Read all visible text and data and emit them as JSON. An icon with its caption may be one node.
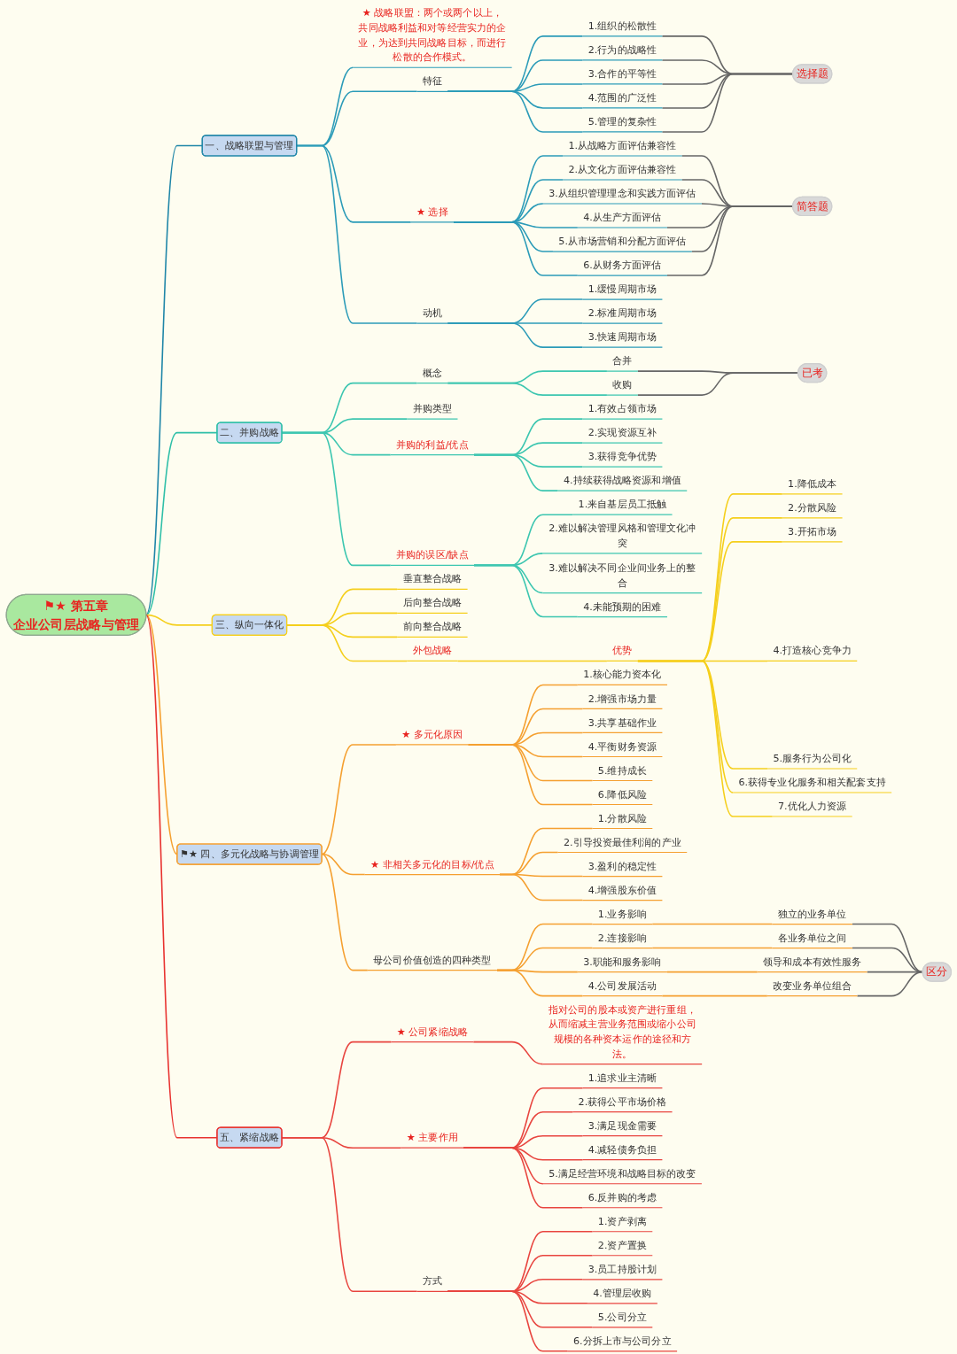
{
  "diagram": {
    "nodes": [
      {
        "text": [
          "⚑★ 第五章",
          "企业公司层战略与管理"
        ]
      },
      {
        "text": [
          "一、战略联盟与管理"
        ]
      },
      {
        "text": [
          "★ 战略联盟：两个或两个以上，共同战略利益和对等经营实力的企业，为达到共同战略目标，而进行松散的合作模式。"
        ]
      },
      {
        "text": [
          "特征"
        ]
      },
      {
        "text": [
          "1.组织的松散性"
        ]
      },
      {
        "text": [
          "2.行为的战略性"
        ]
      },
      {
        "text": [
          "3.合作的平等性"
        ]
      },
      {
        "text": [
          "4.范围的广泛性"
        ]
      },
      {
        "text": [
          "5.管理的复杂性"
        ]
      },
      {
        "text": [
          "选择题"
        ]
      },
      {
        "text": [
          "★ 选择"
        ]
      },
      {
        "text": [
          "1.从战略方面评估兼容性"
        ]
      },
      {
        "text": [
          "2.从文化方面评估兼容性"
        ]
      },
      {
        "text": [
          "3.从组织管理理念和实践方面评估"
        ]
      },
      {
        "text": [
          "4.从生产方面评估"
        ]
      },
      {
        "text": [
          "5.从市场营销和分配方面评估"
        ]
      },
      {
        "text": [
          "6.从财务方面评估"
        ]
      },
      {
        "text": [
          "简答题"
        ]
      },
      {
        "text": [
          "动机"
        ]
      },
      {
        "text": [
          "1.缓慢周期市场"
        ]
      },
      {
        "text": [
          "2.标准周期市场"
        ]
      },
      {
        "text": [
          "3.快速周期市场"
        ]
      },
      {
        "text": [
          "二、并购战略"
        ]
      },
      {
        "text": [
          "概念"
        ]
      },
      {
        "text": [
          "合并"
        ]
      },
      {
        "text": [
          "收购"
        ]
      },
      {
        "text": [
          "已考"
        ]
      },
      {
        "text": [
          "并购类型"
        ]
      },
      {
        "text": [
          "并购的利益/优点"
        ]
      },
      {
        "text": [
          "1.有效占领市场"
        ]
      },
      {
        "text": [
          "2.实现资源互补"
        ]
      },
      {
        "text": [
          "3.获得竞争优势"
        ]
      },
      {
        "text": [
          "4.持续获得战略资源和增值"
        ]
      },
      {
        "text": [
          "并购的误区/缺点"
        ]
      },
      {
        "text": [
          "1.来自基层员工抵触"
        ]
      },
      {
        "text": [
          "2.难以解决管理风格和管理文化冲突"
        ]
      },
      {
        "text": [
          "3.难以解决不同企业间业务上的整合"
        ]
      },
      {
        "text": [
          "4.未能预期的困难"
        ]
      },
      {
        "text": [
          "三、纵向一体化"
        ]
      },
      {
        "text": [
          "垂直整合战略"
        ]
      },
      {
        "text": [
          "后向整合战略"
        ]
      },
      {
        "text": [
          "前向整合战略"
        ]
      },
      {
        "text": [
          "外包战略"
        ]
      },
      {
        "text": [
          "优势"
        ]
      },
      {
        "text": [
          "1.降低成本"
        ]
      },
      {
        "text": [
          "2.分散风险"
        ]
      },
      {
        "text": [
          "3.开拓市场"
        ]
      },
      {
        "text": [
          "4.打造核心竞争力"
        ]
      },
      {
        "text": [
          "5.服务行为公司化"
        ]
      },
      {
        "text": [
          "6.获得专业化服务和相关配套支持"
        ]
      },
      {
        "text": [
          "7.优化人力资源"
        ]
      },
      {
        "text": [
          "⚑★ 四、多元化战略与协调管理"
        ]
      },
      {
        "text": [
          "★ 多元化原因"
        ]
      },
      {
        "text": [
          "1.核心能力资本化"
        ]
      },
      {
        "text": [
          "2.增强市场力量"
        ]
      },
      {
        "text": [
          "3.共享基础作业"
        ]
      },
      {
        "text": [
          "4.平衡财务资源"
        ]
      },
      {
        "text": [
          "5.维持成长"
        ]
      },
      {
        "text": [
          "6.降低风险"
        ]
      },
      {
        "text": [
          "★ 非相关多元化的目标/优点"
        ]
      },
      {
        "text": [
          "1.分散风险"
        ]
      },
      {
        "text": [
          "2.引导投资最佳利润的产业"
        ]
      },
      {
        "text": [
          "3.盈利的稳定性"
        ]
      },
      {
        "text": [
          "4.增强股东价值"
        ]
      },
      {
        "text": [
          "母公司价值创造的四种类型"
        ]
      },
      {
        "text": [
          "1.业务影响"
        ]
      },
      {
        "text": [
          "独立的业务单位"
        ]
      },
      {
        "text": [
          "2.连接影响"
        ]
      },
      {
        "text": [
          "各业务单位之间"
        ]
      },
      {
        "text": [
          "3.职能和服务影响"
        ]
      },
      {
        "text": [
          "领导和成本有效性服务"
        ]
      },
      {
        "text": [
          "4.公司发展活动"
        ]
      },
      {
        "text": [
          "改变业务单位组合"
        ]
      },
      {
        "text": [
          "区分"
        ]
      },
      {
        "text": [
          "五、紧缩战略"
        ]
      },
      {
        "text": [
          "★ 公司紧缩战略"
        ]
      },
      {
        "text": [
          "指对公司的股本或资产进行重组，从而缩减主营业务范围或缩小公司规模的各种资本运作的途径和方法。"
        ]
      },
      {
        "text": [
          "★ 主要作用"
        ]
      },
      {
        "text": [
          "1.追求业主清晰"
        ]
      },
      {
        "text": [
          "2.获得公平市场价格"
        ]
      },
      {
        "text": [
          "3.满足现金需要"
        ]
      },
      {
        "text": [
          "4.减轻债务负担"
        ]
      },
      {
        "text": [
          "5.满足经营环境和战略目标的改变"
        ]
      },
      {
        "text": [
          "6.反并购的考虑"
        ]
      },
      {
        "text": [
          "方式"
        ]
      },
      {
        "text": [
          "1.资产剥离"
        ]
      },
      {
        "text": [
          "2.资产置换"
        ]
      },
      {
        "text": [
          "3.员工持股计划"
        ]
      },
      {
        "text": [
          "4.管理层收购"
        ]
      },
      {
        "text": [
          "5.公司分立"
        ]
      },
      {
        "text": [
          "6.分拆上市与公司分立"
        ]
      }
    ],
    "edges": [
      {
        "from": 0,
        "to": 1,
        "arrow": "none",
        "color": "#1f86a8"
      },
      {
        "from": 1,
        "to": 2,
        "arrow": "none",
        "color": "#2b9bb8"
      },
      {
        "from": 1,
        "to": 3,
        "arrow": "none",
        "color": "#2b9bb8"
      },
      {
        "from": 3,
        "to": 4,
        "arrow": "none",
        "color": "#2b9bb8"
      },
      {
        "from": 3,
        "to": 5,
        "arrow": "none",
        "color": "#2b9bb8"
      },
      {
        "from": 3,
        "to": 6,
        "arrow": "none",
        "color": "#2b9bb8"
      },
      {
        "from": 3,
        "to": 7,
        "arrow": "none",
        "color": "#2b9bb8"
      },
      {
        "from": 3,
        "to": 8,
        "arrow": "none",
        "color": "#2b9bb8"
      },
      {
        "from": 4,
        "to": 9,
        "arrow": "none",
        "color": "#666666"
      },
      {
        "from": 5,
        "to": 9,
        "arrow": "none",
        "color": "#666666"
      },
      {
        "from": 6,
        "to": 9,
        "arrow": "none",
        "color": "#666666"
      },
      {
        "from": 7,
        "to": 9,
        "arrow": "none",
        "color": "#666666"
      },
      {
        "from": 8,
        "to": 9,
        "arrow": "none",
        "color": "#666666"
      },
      {
        "from": 1,
        "to": 10,
        "arrow": "none",
        "color": "#2b9bb8"
      },
      {
        "from": 10,
        "to": 11,
        "arrow": "none",
        "color": "#2b9bb8"
      },
      {
        "from": 10,
        "to": 12,
        "arrow": "none",
        "color": "#2b9bb8"
      },
      {
        "from": 10,
        "to": 13,
        "arrow": "none",
        "color": "#2b9bb8"
      },
      {
        "from": 10,
        "to": 14,
        "arrow": "none",
        "color": "#2b9bb8"
      },
      {
        "from": 10,
        "to": 15,
        "arrow": "none",
        "color": "#2b9bb8"
      },
      {
        "from": 10,
        "to": 16,
        "arrow": "none",
        "color": "#2b9bb8"
      },
      {
        "from": 11,
        "to": 17,
        "arrow": "none",
        "color": "#666666"
      },
      {
        "from": 12,
        "to": 17,
        "arrow": "none",
        "color": "#666666"
      },
      {
        "from": 13,
        "to": 17,
        "arrow": "none",
        "color": "#666666"
      },
      {
        "from": 14,
        "to": 17,
        "arrow": "none",
        "color": "#666666"
      },
      {
        "from": 15,
        "to": 17,
        "arrow": "none",
        "color": "#666666"
      },
      {
        "from": 16,
        "to": 17,
        "arrow": "none",
        "color": "#666666"
      },
      {
        "from": 1,
        "to": 18,
        "arrow": "none",
        "color": "#2b9bb8"
      },
      {
        "from": 18,
        "to": 19,
        "arrow": "none",
        "color": "#2b9bb8"
      },
      {
        "from": 18,
        "to": 20,
        "arrow": "none",
        "color": "#2b9bb8"
      },
      {
        "from": 18,
        "to": 21,
        "arrow": "none",
        "color": "#2b9bb8"
      },
      {
        "from": 0,
        "to": 22,
        "arrow": "none",
        "color": "#2fbfa8"
      },
      {
        "from": 22,
        "to": 23,
        "arrow": "none",
        "color": "#3cc6b0"
      },
      {
        "from": 23,
        "to": 24,
        "arrow": "none",
        "color": "#3cc6b0"
      },
      {
        "from": 23,
        "to": 25,
        "arrow": "none",
        "color": "#3cc6b0"
      },
      {
        "from": 24,
        "to": 26,
        "arrow": "none",
        "color": "#666666"
      },
      {
        "from": 25,
        "to": 26,
        "arrow": "none",
        "color": "#666666"
      },
      {
        "from": 22,
        "to": 27,
        "arrow": "none",
        "color": "#3cc6b0"
      },
      {
        "from": 22,
        "to": 28,
        "arrow": "none",
        "color": "#3cc6b0"
      },
      {
        "from": 28,
        "to": 29,
        "arrow": "none",
        "color": "#3cc6b0"
      },
      {
        "from": 28,
        "to": 30,
        "arrow": "none",
        "color": "#3cc6b0"
      },
      {
        "from": 28,
        "to": 31,
        "arrow": "none",
        "color": "#3cc6b0"
      },
      {
        "from": 28,
        "to": 32,
        "arrow": "none",
        "color": "#3cc6b0"
      },
      {
        "from": 22,
        "to": 33,
        "arrow": "none",
        "color": "#3cc6b0"
      },
      {
        "from": 33,
        "to": 34,
        "arrow": "none",
        "color": "#3cc6b0"
      },
      {
        "from": 33,
        "to": 35,
        "arrow": "none",
        "color": "#3cc6b0"
      },
      {
        "from": 33,
        "to": 36,
        "arrow": "none",
        "color": "#3cc6b0"
      },
      {
        "from": 33,
        "to": 37,
        "arrow": "none",
        "color": "#3cc6b0"
      },
      {
        "from": 0,
        "to": 38,
        "arrow": "none",
        "color": "#f5cf1c"
      },
      {
        "from": 38,
        "to": 39,
        "arrow": "none",
        "color": "#f5cf1c"
      },
      {
        "from": 38,
        "to": 40,
        "arrow": "none",
        "color": "#f5cf1c"
      },
      {
        "from": 38,
        "to": 41,
        "arrow": "none",
        "color": "#f5cf1c"
      },
      {
        "from": 38,
        "to": 42,
        "arrow": "none",
        "color": "#f5cf1c"
      },
      {
        "from": 42,
        "to": 43,
        "arrow": "none",
        "color": "#f5cf1c"
      },
      {
        "from": 43,
        "to": 44,
        "arrow": "none",
        "color": "#f5cf1c"
      },
      {
        "from": 43,
        "to": 45,
        "arrow": "none",
        "color": "#f5cf1c"
      },
      {
        "from": 43,
        "to": 46,
        "arrow": "none",
        "color": "#f5cf1c"
      },
      {
        "from": 43,
        "to": 47,
        "arrow": "none",
        "color": "#f5cf1c"
      },
      {
        "from": 43,
        "to": 48,
        "arrow": "none",
        "color": "#f5cf1c"
      },
      {
        "from": 43,
        "to": 49,
        "arrow": "none",
        "color": "#f5cf1c"
      },
      {
        "from": 43,
        "to": 50,
        "arrow": "none",
        "color": "#f5cf1c"
      },
      {
        "from": 0,
        "to": 51,
        "arrow": "none",
        "color": "#f5a030"
      },
      {
        "from": 51,
        "to": 52,
        "arrow": "none",
        "color": "#f5a030"
      },
      {
        "from": 52,
        "to": 53,
        "arrow": "none",
        "color": "#f5a030"
      },
      {
        "from": 52,
        "to": 54,
        "arrow": "none",
        "color": "#f5a030"
      },
      {
        "from": 52,
        "to": 55,
        "arrow": "none",
        "color": "#f5a030"
      },
      {
        "from": 52,
        "to": 56,
        "arrow": "none",
        "color": "#f5a030"
      },
      {
        "from": 52,
        "to": 57,
        "arrow": "none",
        "color": "#f5a030"
      },
      {
        "from": 52,
        "to": 58,
        "arrow": "none",
        "color": "#f5a030"
      },
      {
        "from": 51,
        "to": 59,
        "arrow": "none",
        "color": "#f5a030"
      },
      {
        "from": 59,
        "to": 60,
        "arrow": "none",
        "color": "#f5a030"
      },
      {
        "from": 59,
        "to": 61,
        "arrow": "none",
        "color": "#f5a030"
      },
      {
        "from": 59,
        "to": 62,
        "arrow": "none",
        "color": "#f5a030"
      },
      {
        "from": 59,
        "to": 63,
        "arrow": "none",
        "color": "#f5a030"
      },
      {
        "from": 51,
        "to": 64,
        "arrow": "none",
        "color": "#f5a030"
      },
      {
        "from": 64,
        "to": 65,
        "arrow": "none",
        "color": "#f5a030"
      },
      {
        "from": 65,
        "to": 66,
        "arrow": "none",
        "color": "#f5a030"
      },
      {
        "from": 64,
        "to": 67,
        "arrow": "none",
        "color": "#f5a030"
      },
      {
        "from": 67,
        "to": 68,
        "arrow": "none",
        "color": "#f5a030"
      },
      {
        "from": 64,
        "to": 69,
        "arrow": "none",
        "color": "#f5a030"
      },
      {
        "from": 69,
        "to": 70,
        "arrow": "none",
        "color": "#f5a030"
      },
      {
        "from": 64,
        "to": 71,
        "arrow": "none",
        "color": "#f5a030"
      },
      {
        "from": 71,
        "to": 72,
        "arrow": "none",
        "color": "#f5a030"
      },
      {
        "from": 66,
        "to": 73,
        "arrow": "none",
        "color": "#666666"
      },
      {
        "from": 68,
        "to": 73,
        "arrow": "none",
        "color": "#666666"
      },
      {
        "from": 70,
        "to": 73,
        "arrow": "none",
        "color": "#666666"
      },
      {
        "from": 72,
        "to": 73,
        "arrow": "none",
        "color": "#666666"
      },
      {
        "from": 0,
        "to": 74,
        "arrow": "none",
        "color": "#e8322f"
      },
      {
        "from": 74,
        "to": 75,
        "arrow": "none",
        "color": "#e8453f"
      },
      {
        "from": 75,
        "to": 76,
        "arrow": "none",
        "color": "#e8453f"
      },
      {
        "from": 74,
        "to": 77,
        "arrow": "none",
        "color": "#e8453f"
      },
      {
        "from": 77,
        "to": 78,
        "arrow": "none",
        "color": "#e8453f"
      },
      {
        "from": 77,
        "to": 79,
        "arrow": "none",
        "color": "#e8453f"
      },
      {
        "from": 77,
        "to": 80,
        "arrow": "none",
        "color": "#e8453f"
      },
      {
        "from": 77,
        "to": 81,
        "arrow": "none",
        "color": "#e8453f"
      },
      {
        "from": 77,
        "to": 82,
        "arrow": "none",
        "color": "#e8453f"
      },
      {
        "from": 77,
        "to": 83,
        "arrow": "none",
        "color": "#e8453f"
      },
      {
        "from": 74,
        "to": 84,
        "arrow": "none",
        "color": "#e8453f"
      },
      {
        "from": 84,
        "to": 85,
        "arrow": "none",
        "color": "#e8453f"
      },
      {
        "from": 84,
        "to": 86,
        "arrow": "none",
        "color": "#e8453f"
      },
      {
        "from": 84,
        "to": 87,
        "arrow": "none",
        "color": "#e8453f"
      },
      {
        "from": 84,
        "to": 88,
        "arrow": "none",
        "color": "#e8453f"
      },
      {
        "from": 84,
        "to": 89,
        "arrow": "none",
        "color": "#e8453f"
      },
      {
        "from": 84,
        "to": 90,
        "arrow": "none",
        "color": "#e8453f"
      }
    ]
  }
}
